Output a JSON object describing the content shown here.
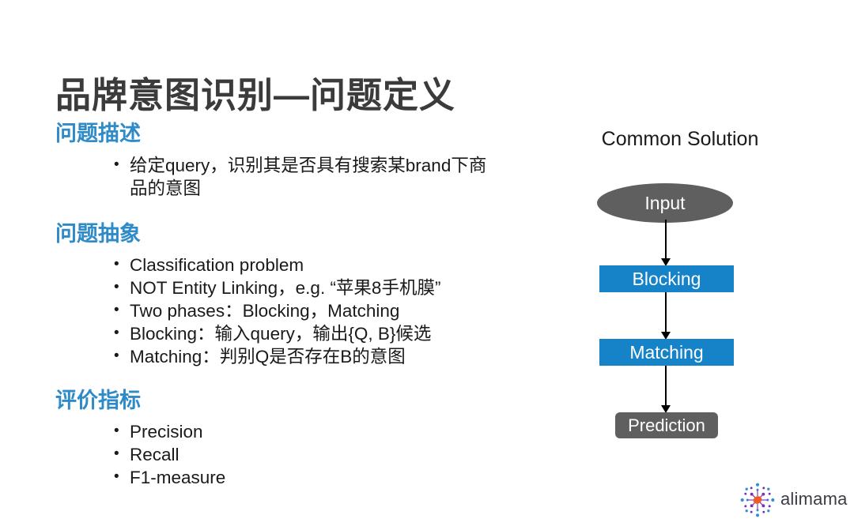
{
  "slide": {
    "title": "品牌意图识别—问题定义",
    "background_color": "#ffffff",
    "accent_color": "#2e8bc8"
  },
  "sections": [
    {
      "heading": "问题描述",
      "bullets": [
        "给定query，识别其是否具有搜索某brand下商品的意图"
      ]
    },
    {
      "heading": "问题抽象",
      "bullets": [
        "Classification problem",
        "NOT Entity Linking，e.g. “苹果8手机膜”",
        "Two phases：Blocking，Matching",
        "Blocking：输入query，输出{Q, B}候选",
        "Matching：判别Q是否存在B的意图"
      ]
    },
    {
      "heading": "评价指标",
      "bullets": [
        "Precision",
        "Recall",
        "F1-measure"
      ]
    }
  ],
  "flowchart": {
    "title": "Common Solution",
    "nodes": [
      {
        "label": "Input",
        "shape": "ellipse",
        "color": "#5f5f5f"
      },
      {
        "label": "Blocking",
        "shape": "rectangle",
        "color": "#1683c8"
      },
      {
        "label": "Matching",
        "shape": "rectangle",
        "color": "#1683c8"
      },
      {
        "label": "Prediction",
        "shape": "rounded-rectangle",
        "color": "#5f5f5f"
      }
    ]
  },
  "logo": {
    "wordmark": "alimama",
    "mark_colors": {
      "center": "#ef5a28",
      "purple": "#7b2fb5",
      "blue": "#2f8fd4"
    }
  }
}
